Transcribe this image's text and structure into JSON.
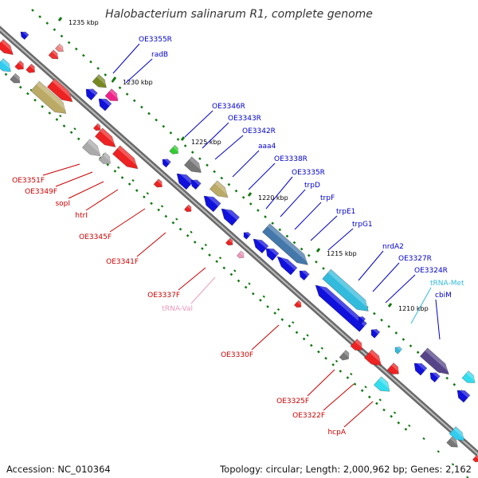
{
  "title": "Halobacterium salinarum R1, complete genome",
  "footer": {
    "accession": "Accession: NC_010364",
    "summary": "Topology: circular; Length: 2,000,962 bp; Genes: 2,162"
  },
  "colors": {
    "backbone": "#8a8a8a",
    "forward_label": "#cc0000",
    "reverse_label": "#0000cc",
    "trna_forward": "#ee99bb",
    "trna_reverse": "#33bbdd",
    "tick_mark": "#117711"
  },
  "tick_labels": [
    "1235 kbp",
    "1230 kbp",
    "1225 kbp",
    "1220 kbp",
    "1215 kbp",
    "1210 kbp"
  ],
  "reverse_labels": [
    {
      "text": "OE3355R"
    },
    {
      "text": "radB"
    },
    {
      "text": "OE3346R"
    },
    {
      "text": "OE3343R"
    },
    {
      "text": "OE3342R"
    },
    {
      "text": "aaa4"
    },
    {
      "text": "OE3338R"
    },
    {
      "text": "OE3335R"
    },
    {
      "text": "trpD"
    },
    {
      "text": "trpF"
    },
    {
      "text": "trpE1"
    },
    {
      "text": "trpG1"
    },
    {
      "text": "nrdA2"
    },
    {
      "text": "OE3327R"
    },
    {
      "text": "OE3324R"
    },
    {
      "text": "tRNA-Met"
    },
    {
      "text": "cbiM"
    }
  ],
  "forward_labels": [
    {
      "text": "OE3351F"
    },
    {
      "text": "OE3349F"
    },
    {
      "text": "sopI"
    },
    {
      "text": "htrI"
    },
    {
      "text": "OE3345F"
    },
    {
      "text": "OE3341F"
    },
    {
      "text": "OE3337F"
    },
    {
      "text": "tRNA-Val"
    },
    {
      "text": "OE3330F"
    },
    {
      "text": "OE3325F"
    },
    {
      "text": "OE3322F"
    },
    {
      "text": "hcpA"
    }
  ]
}
